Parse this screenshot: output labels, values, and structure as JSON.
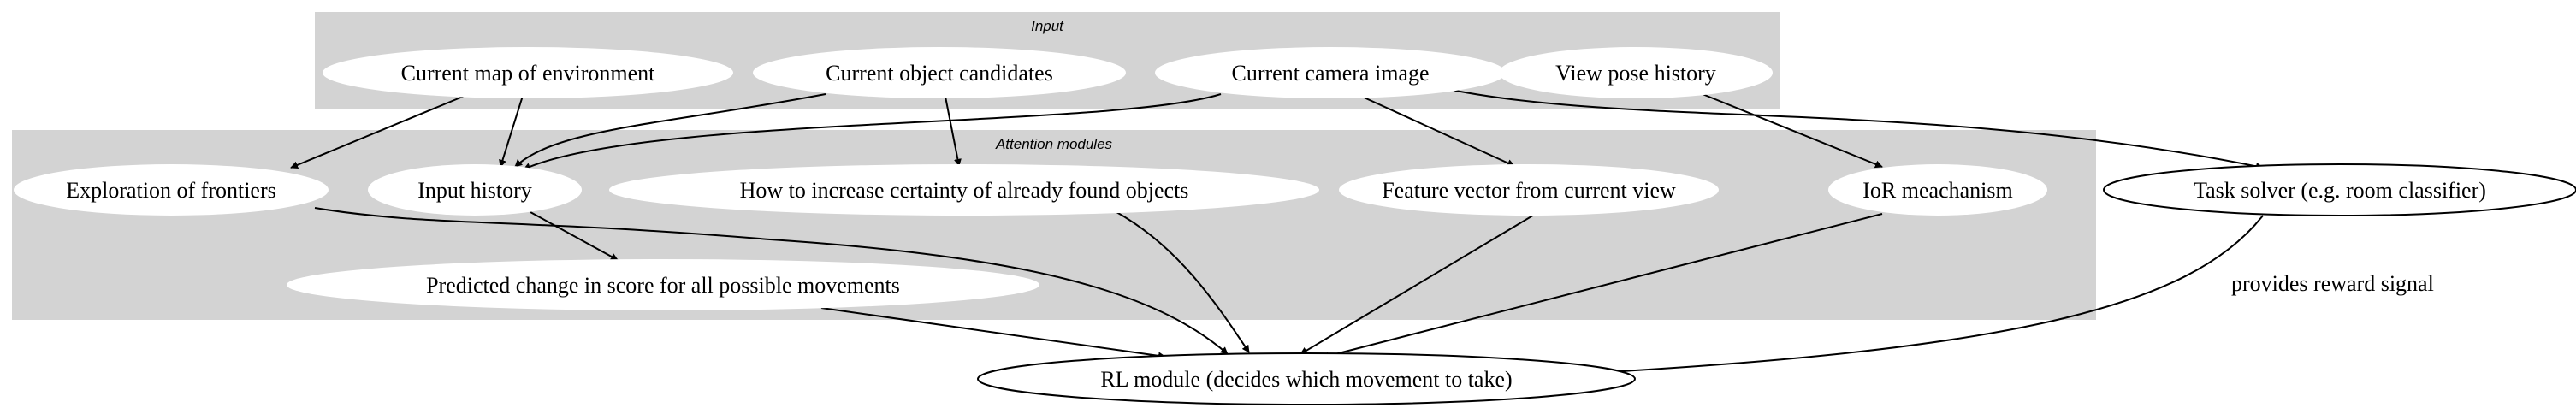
{
  "clusters": {
    "input": {
      "label": "Input"
    },
    "attention": {
      "label": "Attention modules"
    }
  },
  "nodes": {
    "current_map": "Current map of environment",
    "object_candidates": "Current object candidates",
    "camera_image": "Current camera image",
    "view_pose_history": "View pose history",
    "exploration_frontiers": "Exploration of frontiers",
    "input_history": "Input history",
    "increase_certainty": "How to increase certainty of already found objects",
    "feature_vector": "Feature vector from current view",
    "ior_mechanism": "IoR meachanism",
    "predicted_change": "Predicted change in score for all possible movements",
    "task_solver": "Task solver (e.g. room classifier)",
    "rl_module": "RL module (decides which movement to take)"
  },
  "edge_labels": {
    "reward_signal": "provides reward signal"
  },
  "edges": [
    {
      "from": "current_map",
      "to": "exploration_frontiers"
    },
    {
      "from": "current_map",
      "to": "input_history"
    },
    {
      "from": "object_candidates",
      "to": "input_history"
    },
    {
      "from": "object_candidates",
      "to": "increase_certainty"
    },
    {
      "from": "camera_image",
      "to": "input_history"
    },
    {
      "from": "camera_image",
      "to": "feature_vector"
    },
    {
      "from": "camera_image",
      "to": "task_solver"
    },
    {
      "from": "view_pose_history",
      "to": "ior_mechanism"
    },
    {
      "from": "input_history",
      "to": "predicted_change"
    },
    {
      "from": "exploration_frontiers",
      "to": "rl_module"
    },
    {
      "from": "increase_certainty",
      "to": "rl_module"
    },
    {
      "from": "feature_vector",
      "to": "rl_module"
    },
    {
      "from": "ior_mechanism",
      "to": "rl_module"
    },
    {
      "from": "predicted_change",
      "to": "rl_module"
    },
    {
      "from": "task_solver",
      "to": "rl_module",
      "label_key": "reward_signal"
    }
  ]
}
